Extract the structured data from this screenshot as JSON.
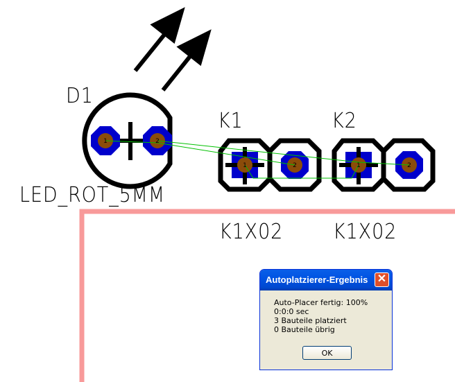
{
  "board": {
    "parts": [
      {
        "name": "D1",
        "value": "LED_ROT_5MM"
      },
      {
        "name": "K1",
        "value": "K1X02"
      },
      {
        "name": "K2",
        "value": "K1X02"
      }
    ],
    "pad_labels": [
      "1",
      "2"
    ],
    "colors": {
      "outline": "#F89A9A",
      "pad": "#0000CC",
      "drill": "#8B4C0A",
      "airwire": "#00C000"
    }
  },
  "dialog": {
    "title": "Autoplatzierer-Ergebnis",
    "close": "✕",
    "lines": [
      "Auto-Placer fertig: 100%",
      "0:0:0 sec",
      "3 Bauteile platziert",
      "0 Bauteile übrig"
    ],
    "ok": "OK"
  }
}
